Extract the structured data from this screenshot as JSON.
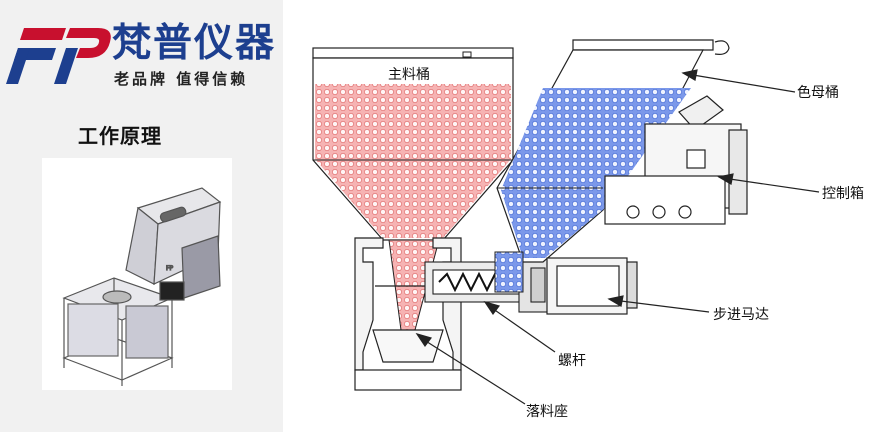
{
  "brand": {
    "logo_letters": "FP",
    "name": "梵普仪器",
    "slogan": "老品牌 值得信赖",
    "colors": {
      "logo_red": "#c8102e",
      "logo_blue": "#1d3f8f"
    }
  },
  "section_title": "工作原理",
  "diagram": {
    "labels": {
      "main_hopper": "主料桶",
      "color_hopper": "色母桶",
      "control_box": "控制箱",
      "stepper_motor": "步进马达",
      "screw": "螺杆",
      "feeding_base": "落料座"
    },
    "colors": {
      "main_material": "#f29a9a",
      "color_material": "#6f8fe6",
      "line": "#222222"
    }
  }
}
